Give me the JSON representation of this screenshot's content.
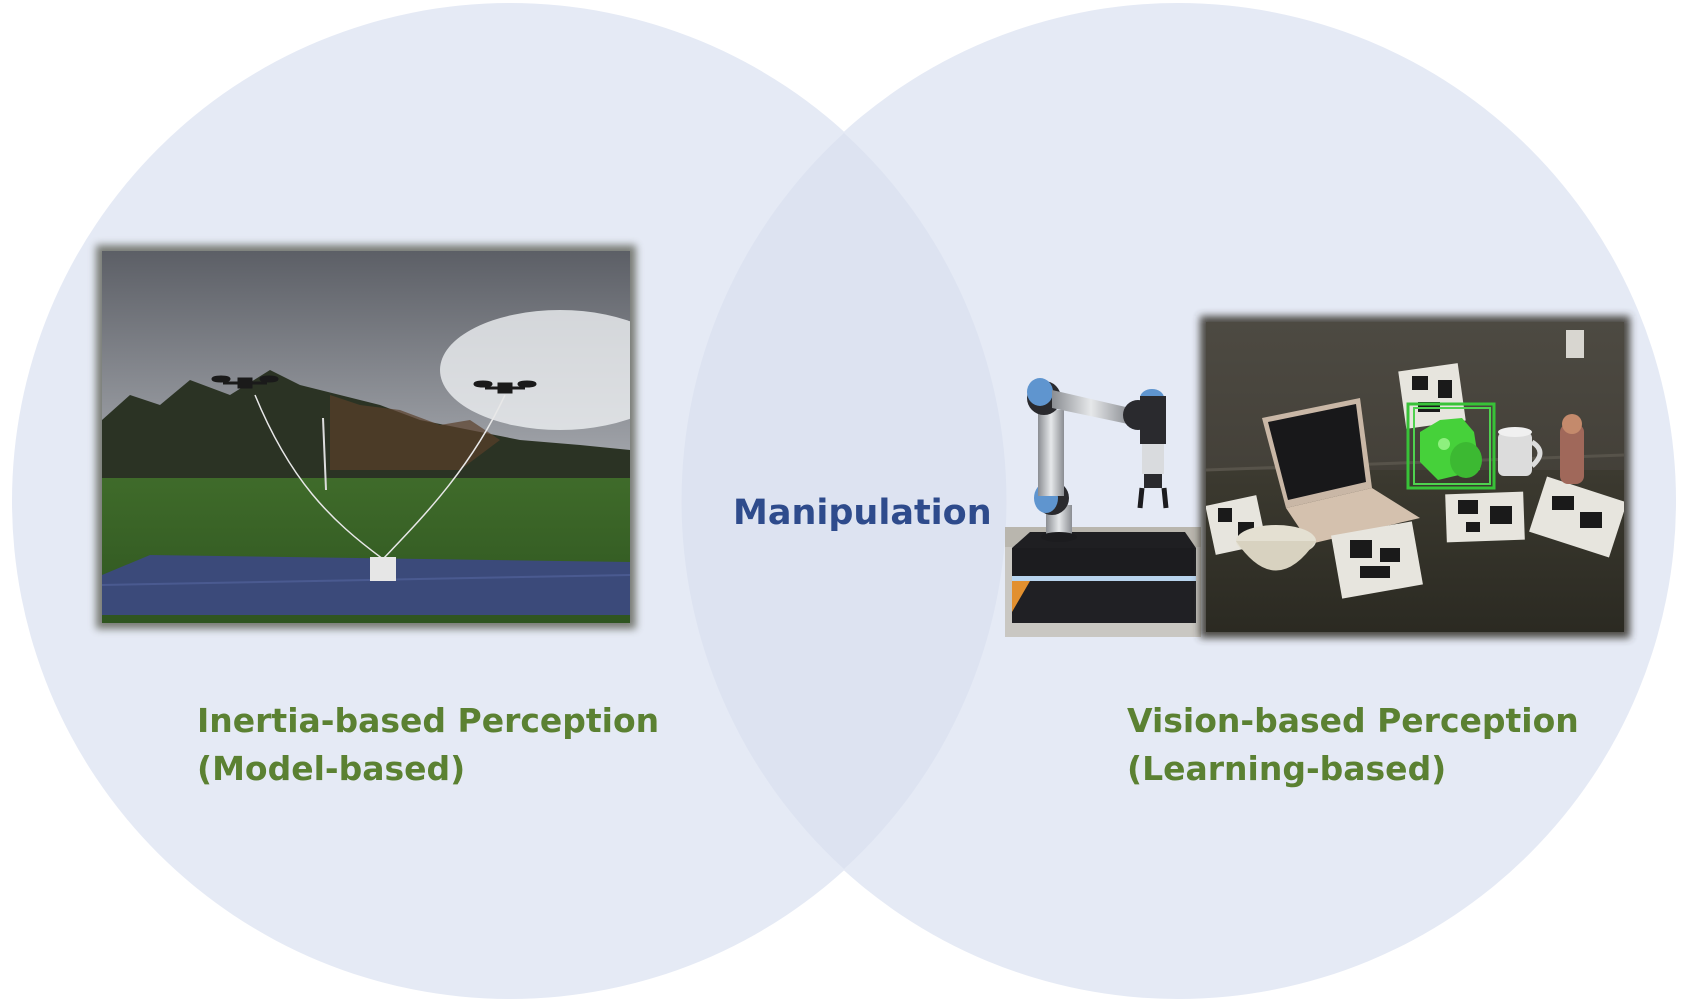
{
  "colors": {
    "circle_fill": "#e5eaf5",
    "overlap_fill": "#dde3f1",
    "green_text": "#5b8132",
    "blue_text": "#2e4b8c"
  },
  "center_label": "Manipulation",
  "left_circle": {
    "title": "Inertia-based Perception",
    "subtitle": "(Model-based)",
    "photo": "drones-carrying-payload-photo"
  },
  "right_circle": {
    "title": "Vision-based Perception",
    "subtitle": "(Learning-based)",
    "photos": [
      "robot-arm-on-mobile-base-photo",
      "object-pose-detection-scene-photo"
    ]
  }
}
